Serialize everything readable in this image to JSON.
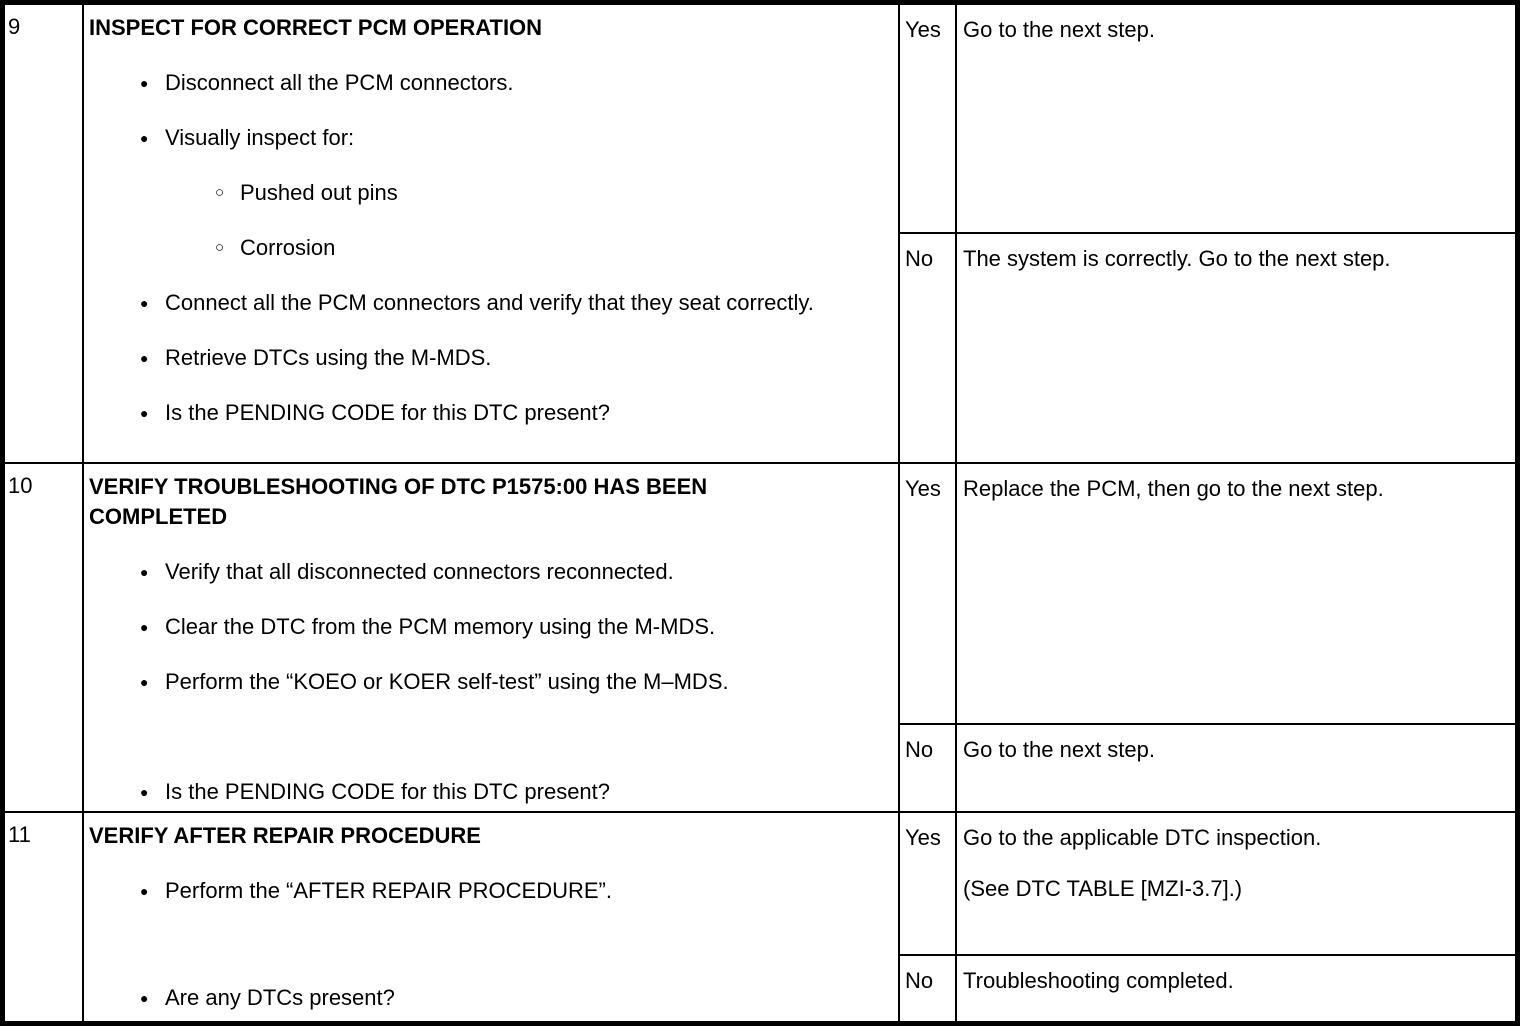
{
  "icons": {
    "bullet": "●",
    "sub_bullet": "○"
  },
  "steps": [
    {
      "number": "9",
      "title": "INSPECT FOR CORRECT PCM OPERATION",
      "items": [
        {
          "text": "Disconnect all the PCM connectors."
        },
        {
          "text": "Visually inspect for:"
        },
        {
          "text": "Pushed out pins"
        },
        {
          "text": "Corrosion"
        },
        {
          "text": "Connect all the PCM connectors and verify that they seat correctly."
        },
        {
          "text": "Retrieve DTCs using the M-MDS."
        },
        {
          "text": "Is the PENDING CODE for this DTC present?"
        }
      ],
      "yes_label": "Yes",
      "yes_action": "Go to the next step.",
      "no_label": "No",
      "no_action": "The system is correctly. Go to the next step."
    },
    {
      "number": "10",
      "title": "VERIFY TROUBLESHOOTING OF DTC P1575:00 HAS BEEN COMPLETED",
      "items": [
        {
          "text": "Verify that all disconnected connectors reconnected."
        },
        {
          "text": "Clear the DTC from the PCM memory using the M-MDS."
        },
        {
          "text": "Perform the “KOEO or KOER self-test” using the M–MDS."
        },
        {
          "text": "Is the PENDING CODE for this DTC present?"
        }
      ],
      "yes_label": "Yes",
      "yes_action": "Replace the PCM, then go to the next step.",
      "no_label": "No",
      "no_action": "Go to the next step."
    },
    {
      "number": "11",
      "title": "VERIFY AFTER REPAIR PROCEDURE",
      "items": [
        {
          "text": "Perform the “AFTER REPAIR PROCEDURE”."
        },
        {
          "text": "Are any DTCs present?"
        }
      ],
      "yes_label": "Yes",
      "yes_action": "Go to the applicable DTC inspection.",
      "yes_note": "(See DTC TABLE [MZI-3.7].)",
      "no_label": "No",
      "no_action": "Troubleshooting completed."
    }
  ]
}
